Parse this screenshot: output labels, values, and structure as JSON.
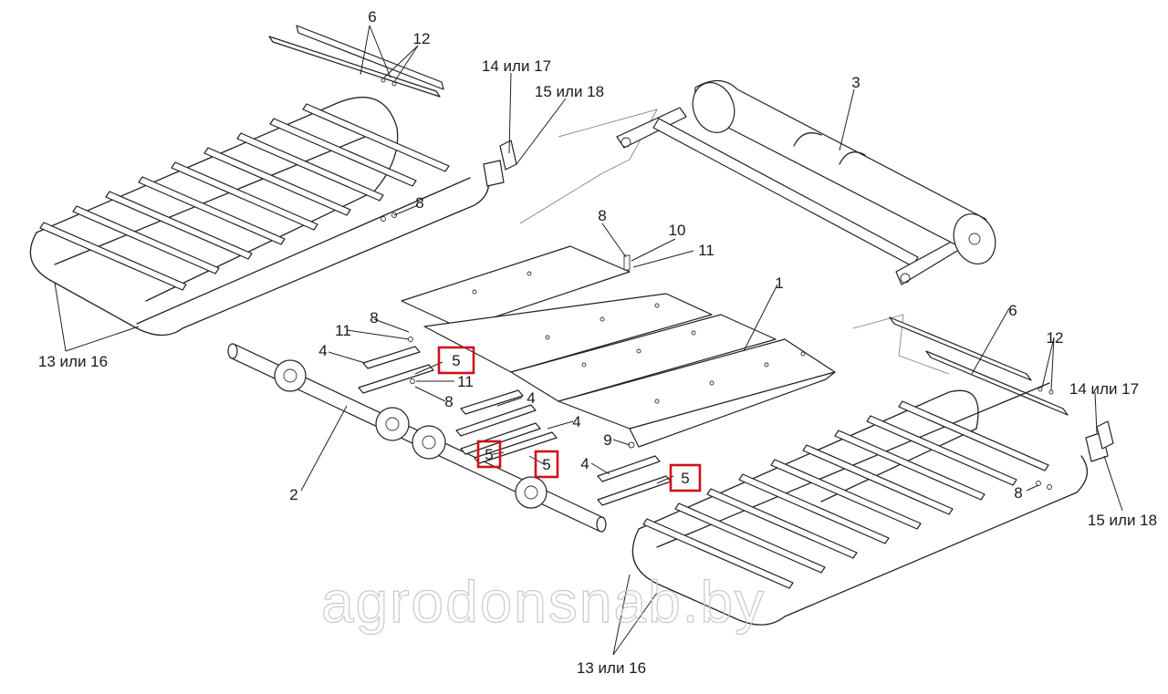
{
  "labels": {
    "l1": "1",
    "l2": "2",
    "l3": "3",
    "l4a": "4",
    "l4b": "4",
    "l4c": "4",
    "l4d": "4",
    "l5a": "5",
    "l5b": "5",
    "l5c": "5",
    "l5d": "5",
    "l6a": "6",
    "l6b": "6",
    "l8a": "8",
    "l8b": "8",
    "l8c": "8",
    "l8d": "8",
    "l8e": "8",
    "l9": "9",
    "l10": "10",
    "l11a": "11",
    "l11b": "11",
    "l11c": "11",
    "l12a": "12",
    "l12b": "12",
    "l13a": "13 или 16",
    "l13b": "13 или 16",
    "l14a": "14 или 17",
    "l14b": "14 или 17",
    "l15a": "15 или 18",
    "l15b": "15 или 18"
  },
  "watermark": "agrodonsnab.by",
  "colors": {
    "line": "#222222",
    "highlight": "#d0101a",
    "watermark": "#c9c9c9"
  }
}
